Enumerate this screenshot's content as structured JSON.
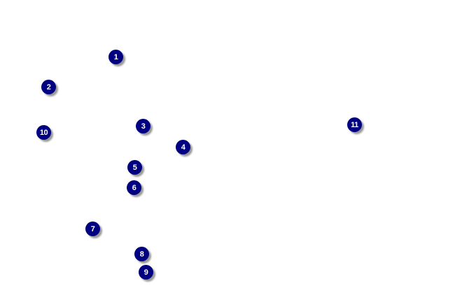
{
  "marker_color": "#000080",
  "markers": [
    {
      "label": "1"
    },
    {
      "label": "2"
    },
    {
      "label": "3"
    },
    {
      "label": "4"
    },
    {
      "label": "5"
    },
    {
      "label": "6"
    },
    {
      "label": "7"
    },
    {
      "label": "8"
    },
    {
      "label": "9"
    },
    {
      "label": "10"
    },
    {
      "label": "11"
    }
  ]
}
